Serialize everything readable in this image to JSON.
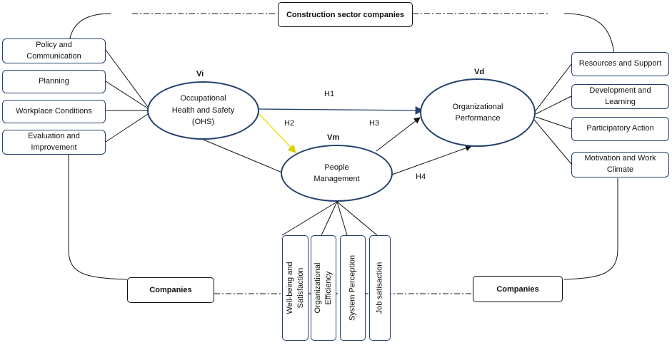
{
  "header": {
    "label": "Construction sector companies"
  },
  "footer": {
    "left_label": "Companies",
    "right_label": "Companies"
  },
  "left_boxes": [
    {
      "label": "Policy and\nCommunication"
    },
    {
      "label": "Planning"
    },
    {
      "label": "Workplace Conditions"
    },
    {
      "label": "Evaluation and\nImprovement"
    }
  ],
  "right_boxes": [
    {
      "label": "Resources and Support"
    },
    {
      "label": "Development and\nLearning"
    },
    {
      "label": "Participatory Action"
    },
    {
      "label": "Motivation and Work\nClimate"
    }
  ],
  "bottom_boxes": [
    {
      "label": "Well-being and\nSatisfaction"
    },
    {
      "label": "Organizational\nEfficiency"
    },
    {
      "label": "System Perception"
    },
    {
      "label": "Job satisaction"
    }
  ],
  "nodes": {
    "ohs": {
      "tag": "Vi",
      "label": "Occupational\nHealth and Safety\n(OHS)"
    },
    "people": {
      "tag": "Vm",
      "label": "People\nManagement"
    },
    "performance": {
      "tag": "Vd",
      "label": "Organizational\nPerformance"
    }
  },
  "hypotheses": {
    "h1": "H1",
    "h2": "H2",
    "h3": "H3",
    "h4": "H4"
  },
  "colors": {
    "box_border": "#24406e",
    "h2_arrow": "#e8e000",
    "h1_arrow": "#24406e"
  }
}
